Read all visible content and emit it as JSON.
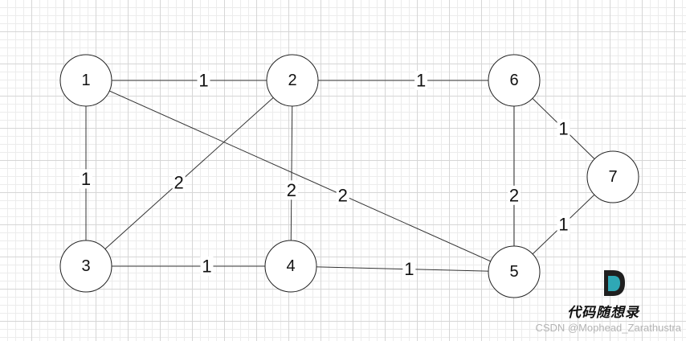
{
  "graph": {
    "nodes": [
      {
        "id": "1",
        "label": "1"
      },
      {
        "id": "2",
        "label": "2"
      },
      {
        "id": "3",
        "label": "3"
      },
      {
        "id": "4",
        "label": "4"
      },
      {
        "id": "5",
        "label": "5"
      },
      {
        "id": "6",
        "label": "6"
      },
      {
        "id": "7",
        "label": "7"
      }
    ],
    "edges": [
      {
        "from": "1",
        "to": "2",
        "weight": "1"
      },
      {
        "from": "2",
        "to": "6",
        "weight": "1"
      },
      {
        "from": "6",
        "to": "7",
        "weight": "1"
      },
      {
        "from": "1",
        "to": "3",
        "weight": "1"
      },
      {
        "from": "3",
        "to": "2",
        "weight": "2"
      },
      {
        "from": "2",
        "to": "4",
        "weight": "2"
      },
      {
        "from": "1",
        "to": "5",
        "weight": "2"
      },
      {
        "from": "6",
        "to": "5",
        "weight": "2"
      },
      {
        "from": "7",
        "to": "5",
        "weight": "1"
      },
      {
        "from": "3",
        "to": "4",
        "weight": "1"
      },
      {
        "from": "4",
        "to": "5",
        "weight": "1"
      }
    ]
  },
  "branding": {
    "logo_text": "代码随想录",
    "logo_color_primary": "#1f1f1f",
    "logo_color_accent": "#2fa8b5"
  },
  "watermark": "CSDN @Mophead_Zarathustra",
  "colors": {
    "edge": "#333333",
    "node_stroke": "#222222",
    "grid_major": "#d6d6d6",
    "grid_minor": "#ececec"
  }
}
